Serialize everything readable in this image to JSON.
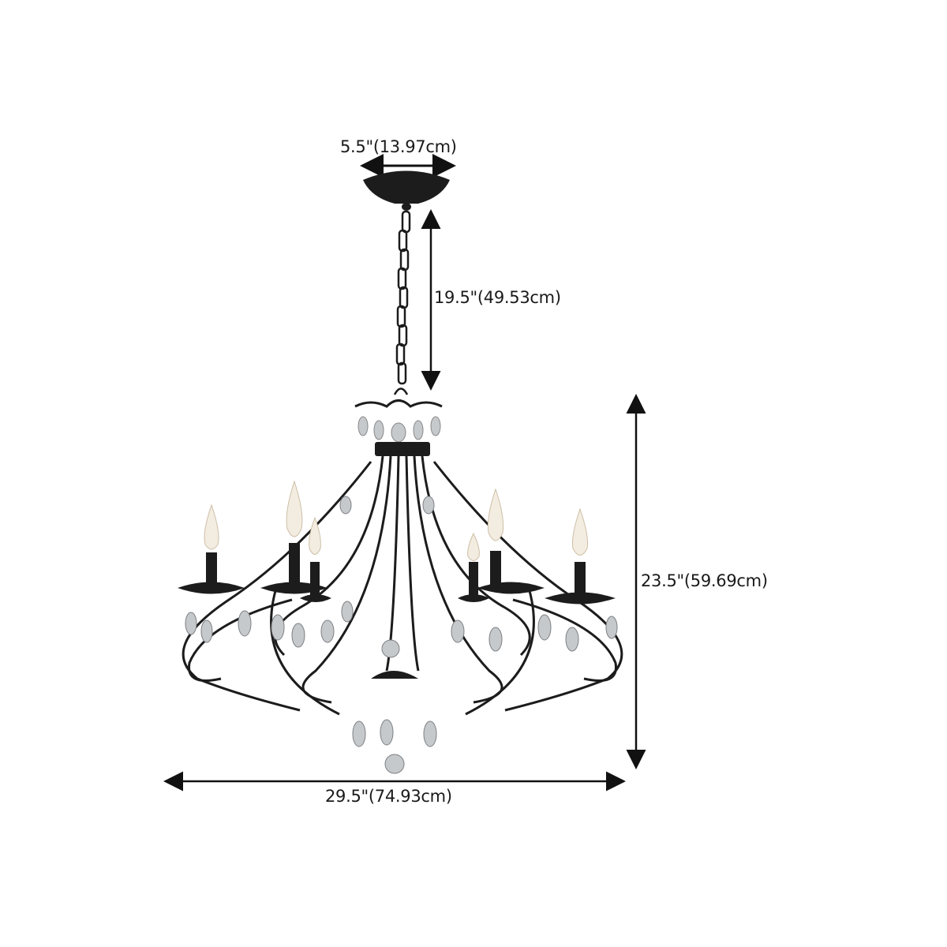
{
  "dimensions": {
    "canopy_diameter": "5.5\"(13.97cm)",
    "chain_length": "19.5\"(49.53cm)",
    "fixture_height": "23.5\"(59.69cm)",
    "fixture_width": "29.5\"(74.93cm)"
  },
  "colors": {
    "metal": "#1c1c1c",
    "crystal": "#b9bcc0",
    "bulb": "#f3ece0",
    "text": "#1a1a1a"
  }
}
